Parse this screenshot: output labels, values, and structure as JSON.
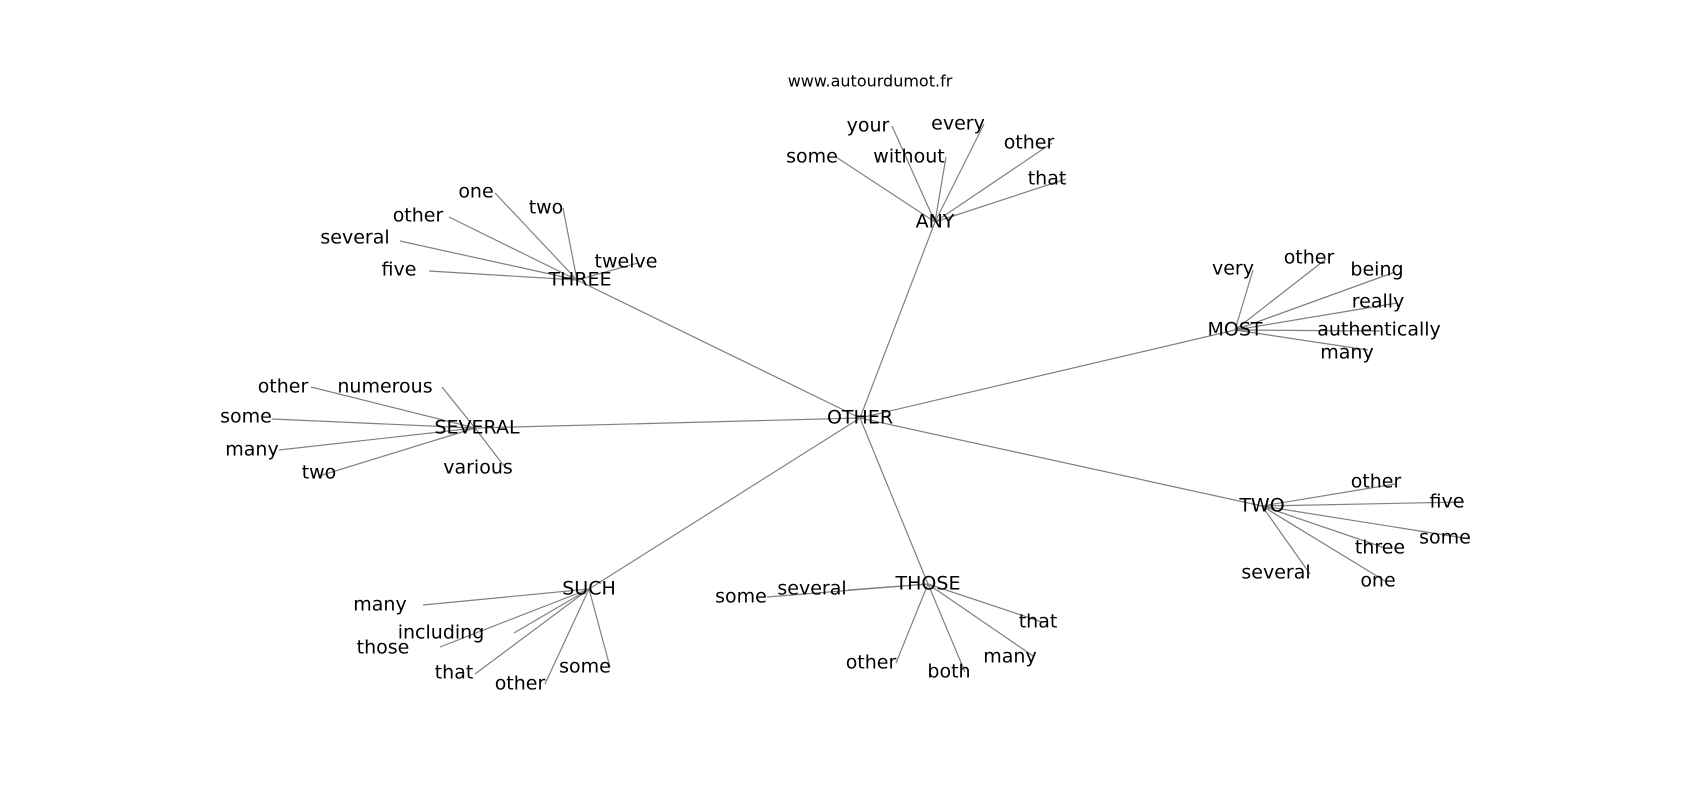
{
  "watermark": "www.autourdumot.fr",
  "colors": {
    "edge": "#808080",
    "text": "#000000",
    "background": "#ffffff"
  },
  "center": "OTHER",
  "hubs": [
    {
      "id": "any",
      "label": "ANY",
      "leaves": [
        "your",
        "every",
        "some",
        "without",
        "other",
        "that"
      ]
    },
    {
      "id": "three",
      "label": "THREE",
      "leaves": [
        "one",
        "two",
        "other",
        "several",
        "five",
        "twelve"
      ]
    },
    {
      "id": "most",
      "label": "MOST",
      "leaves": [
        "very",
        "other",
        "being",
        "really",
        "authentically",
        "many"
      ]
    },
    {
      "id": "several",
      "label": "SEVERAL",
      "leaves": [
        "other",
        "numerous",
        "some",
        "many",
        "two",
        "various"
      ]
    },
    {
      "id": "two",
      "label": "TWO",
      "leaves": [
        "other",
        "five",
        "some",
        "three",
        "several",
        "one"
      ]
    },
    {
      "id": "such",
      "label": "SUCH",
      "leaves": [
        "many",
        "including",
        "those",
        "that",
        "other",
        "some"
      ]
    },
    {
      "id": "those",
      "label": "THOSE",
      "leaves": [
        "several",
        "some",
        "that",
        "many",
        "other",
        "both"
      ]
    }
  ]
}
